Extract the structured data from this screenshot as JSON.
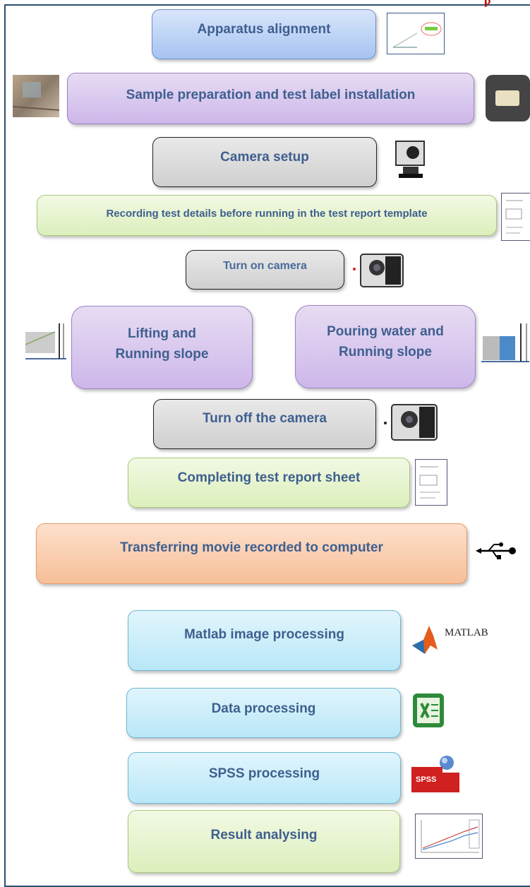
{
  "corner_text": "p",
  "steps": {
    "apparatus_alignment": "Apparatus alignment",
    "sample_preparation": "Sample preparation and test label installation",
    "camera_setup": "Camera  setup",
    "recording_details": "Recording test details before running  in the test report template",
    "turn_on_camera": "Turn on camera",
    "lifting_line1": "Lifting and",
    "lifting_line2": "Running slope",
    "pouring_line1": "Pouring water and",
    "pouring_line2": "Running slope",
    "turn_off_camera": "Turn off the camera",
    "completing_report": "Completing test report sheet",
    "transferring_movie": "Transferring movie recorded to computer",
    "matlab_processing": "Matlab image processing",
    "data_processing": "Data processing",
    "spss_processing": "SPSS  processing",
    "result_analysing": "Result analysing"
  },
  "icons": {
    "matlab_label": "MATLAB",
    "spss_label": "SPSS"
  },
  "colors": {
    "text": "#3f5f8f",
    "accent_red": "#c00000"
  }
}
